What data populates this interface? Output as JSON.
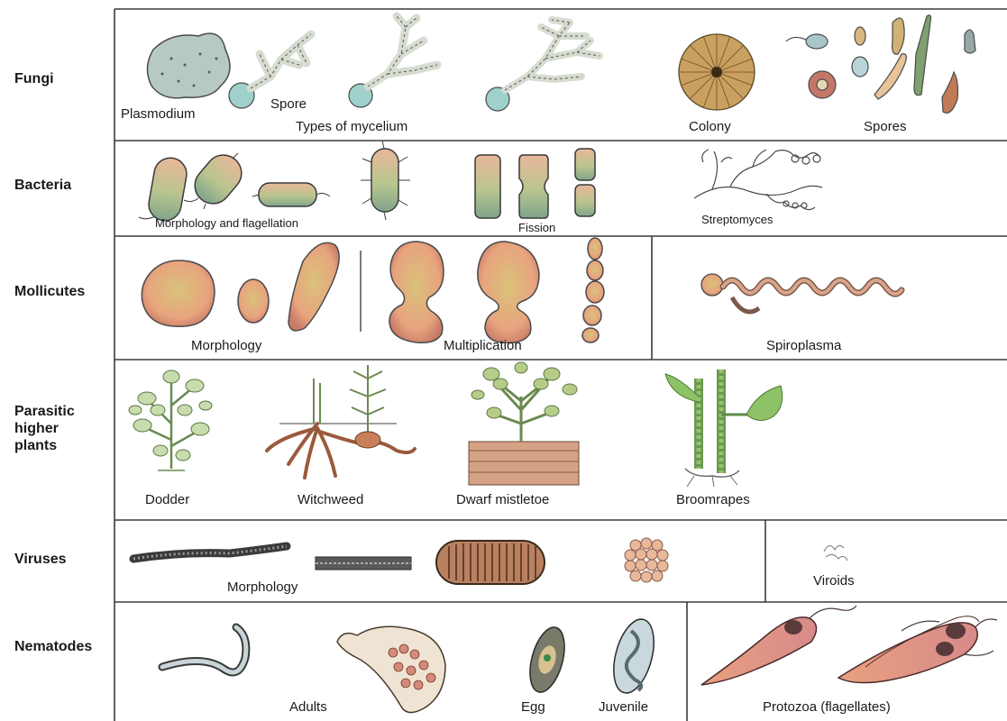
{
  "rows": [
    {
      "label": "Fungi",
      "captions": {
        "plasmodium": "Plasmodium",
        "spore": "Spore",
        "mycelium": "Types of mycelium",
        "colony": "Colony",
        "spores": "Spores"
      }
    },
    {
      "label": "Bacteria",
      "captions": {
        "morphology": "Morphology and flagellation",
        "fission": "Fission",
        "streptomyces": "Streptomyces"
      }
    },
    {
      "label": "Mollicutes",
      "captions": {
        "morphology": "Morphology",
        "multiplication": "Multiplication",
        "spiroplasma": "Spiroplasma"
      }
    },
    {
      "label": "Parasitic\nhigher\nplants",
      "captions": {
        "dodder": "Dodder",
        "witchweed": "Witchweed",
        "mistletoe": "Dwarf mistletoe",
        "broomrapes": "Broomrapes"
      }
    },
    {
      "label": "Viruses",
      "captions": {
        "morphology": "Morphology",
        "viroids": "Viroids"
      }
    },
    {
      "label": "Nematodes",
      "captions": {
        "adults": "Adults",
        "egg": "Egg",
        "juvenile": "Juvenile",
        "protozoa": "Protozoa (flagellates)"
      }
    }
  ]
}
